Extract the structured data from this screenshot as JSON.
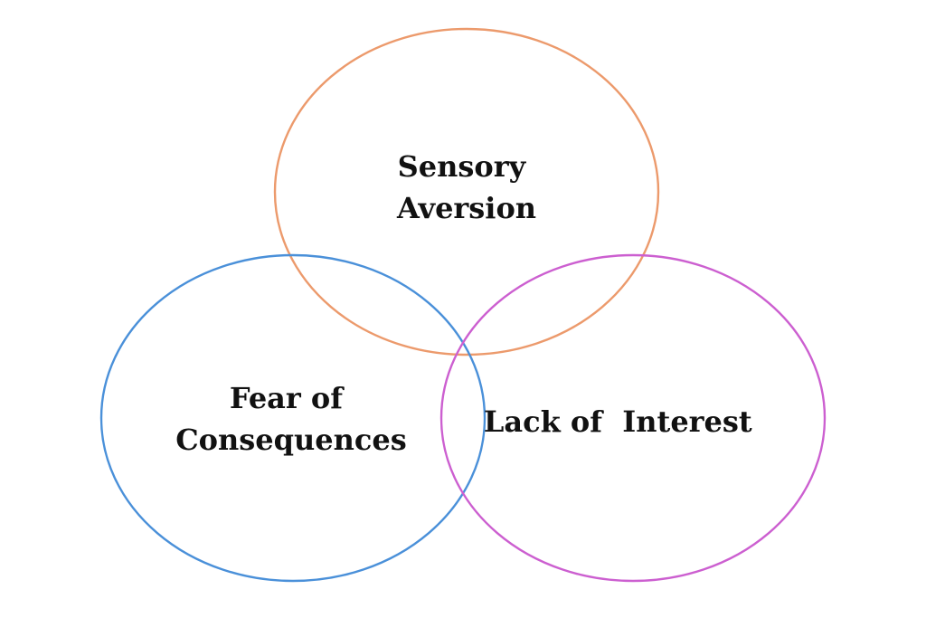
{
  "diagram": {
    "type": "venn",
    "sets": [
      {
        "id": "sensory",
        "lines": [
          "Sensory",
          "Aversion"
        ],
        "color": "#ec9a6c"
      },
      {
        "id": "fear",
        "lines": [
          "Fear of",
          "Consequences"
        ],
        "color": "#4a90d9"
      },
      {
        "id": "interest",
        "lines": [
          "Lack of  Interest"
        ],
        "color": "#cc5fd0"
      }
    ]
  }
}
